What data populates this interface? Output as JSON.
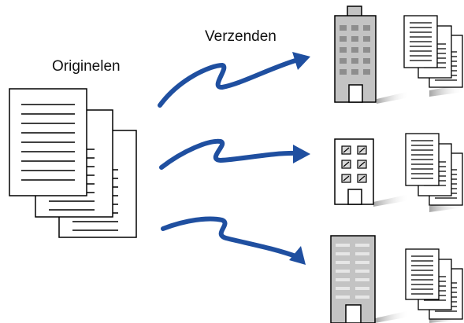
{
  "labels": {
    "originals": "Originelen",
    "send": "Verzenden"
  },
  "colors": {
    "arrow": "#1f4fa0",
    "building_gray": "#c3c3c3",
    "building_dark": "#6f6f6f",
    "window_gray": "#ababab",
    "shadow": "#bdbdbd",
    "ink": "#000000"
  },
  "icons": {
    "originals": "document-stack-icon",
    "send_arrows": "curved-arrow-icon",
    "destination_building_1": "tall-office-building-icon",
    "destination_building_2": "small-office-building-icon",
    "destination_building_3": "striped-office-building-icon",
    "received_documents": "document-stack-icon"
  },
  "destinations_count": 3
}
